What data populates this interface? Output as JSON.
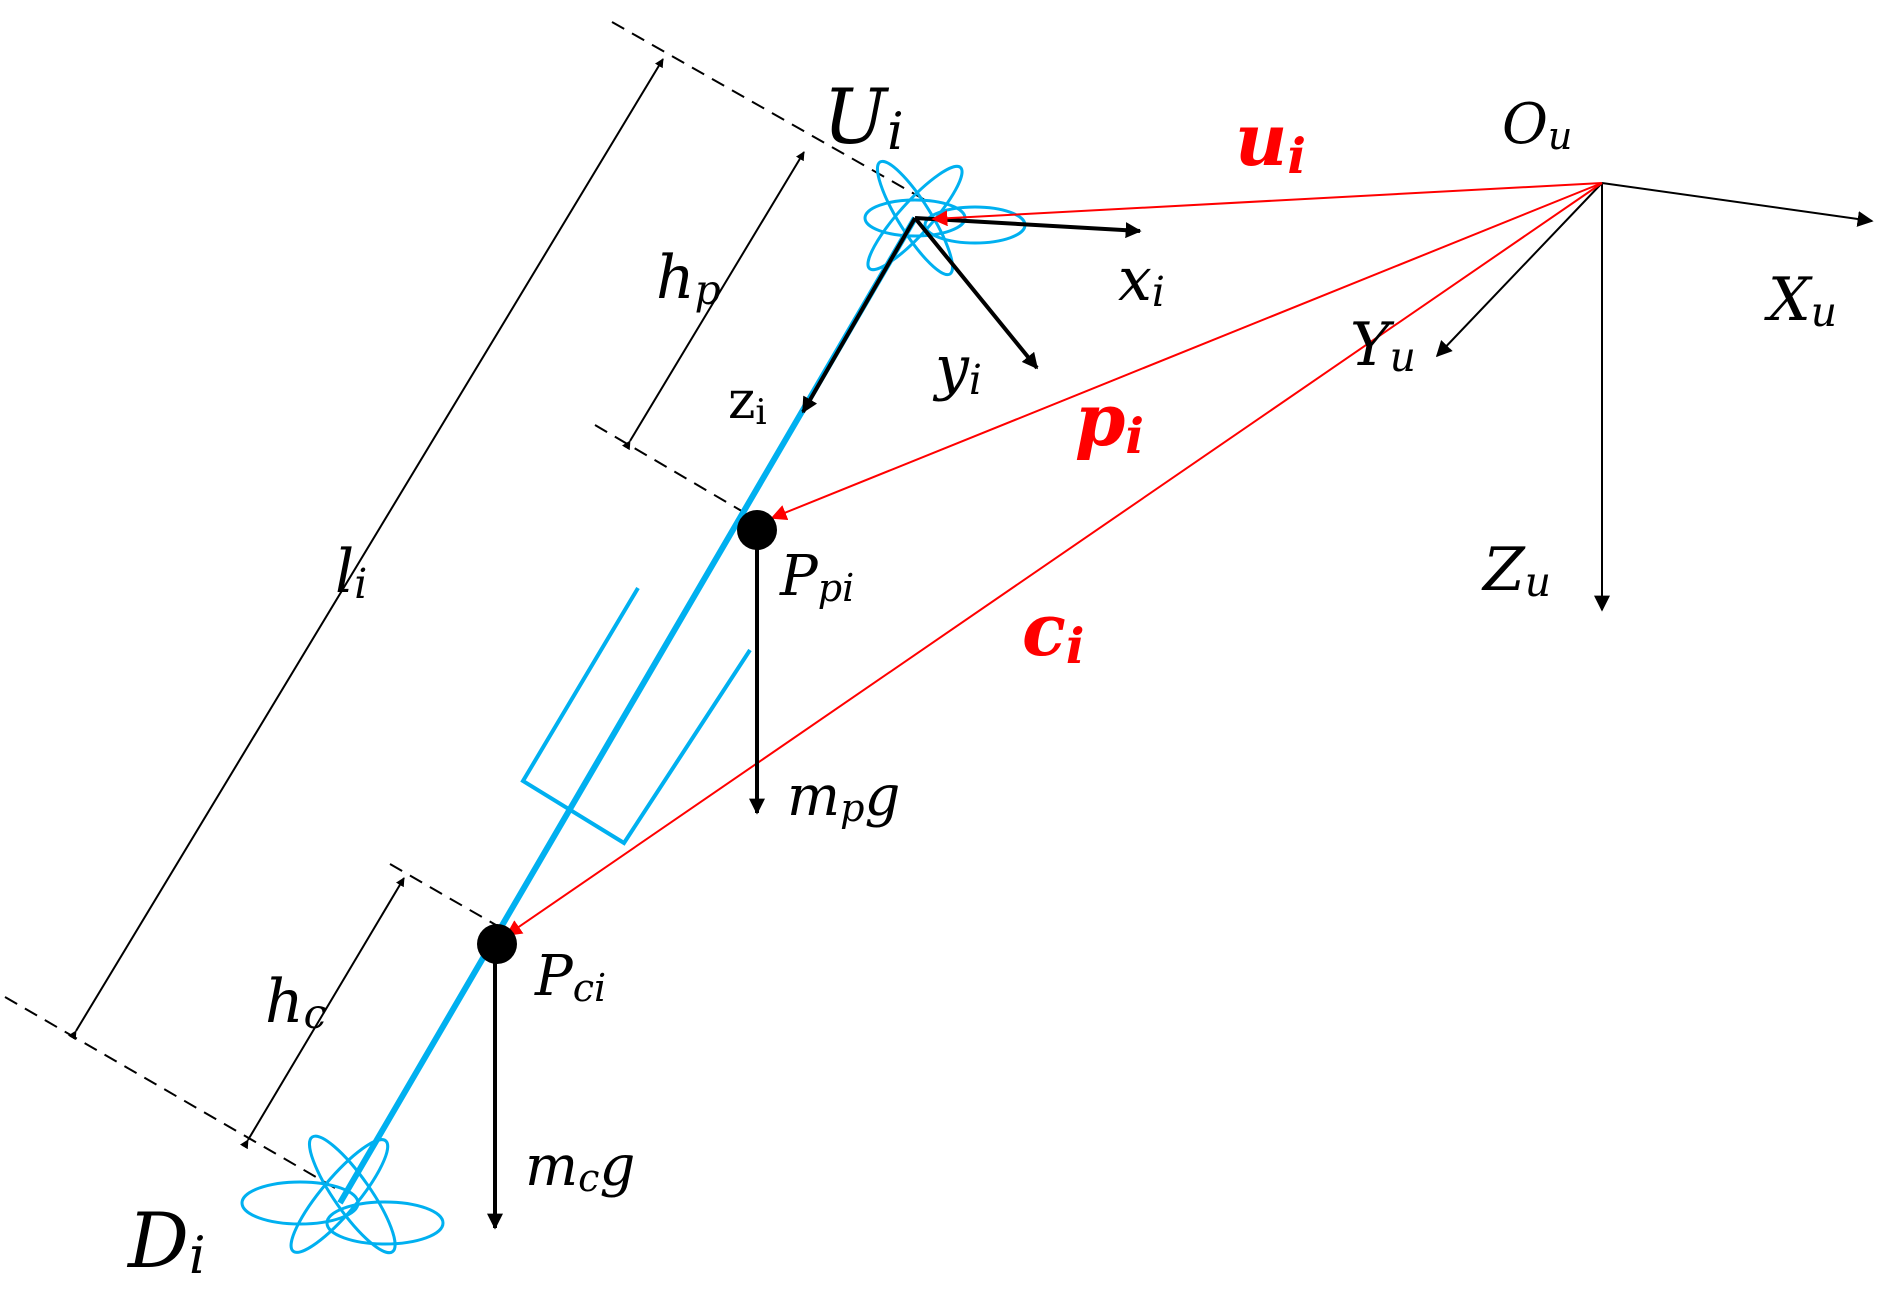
{
  "colors": {
    "vector": "#ff0000",
    "body": "#00b0f0",
    "ink": "#000000",
    "background": "#ffffff"
  },
  "labels": {
    "U": {
      "main": "U",
      "sub": "i"
    },
    "D": {
      "main": "D",
      "sub": "i"
    },
    "Ou": {
      "main": "O",
      "sub": "u"
    },
    "Xu": {
      "main": "X",
      "sub": "u"
    },
    "Yu": {
      "main": "Y",
      "sub": "u"
    },
    "Zu": {
      "main": "Z",
      "sub": "u"
    },
    "xi": {
      "main": "x",
      "sub": "i"
    },
    "yi": {
      "main": "y",
      "sub": "i"
    },
    "zi": {
      "main": "z",
      "sub": "i"
    },
    "hp": {
      "main": "h",
      "sub": "p"
    },
    "hc": {
      "main": "h",
      "sub": "c"
    },
    "li": {
      "main": "l",
      "sub": "i"
    },
    "Ppi": {
      "main": "P",
      "sub": "pi"
    },
    "Pci": {
      "main": "P",
      "sub": "ci"
    },
    "mpg": {
      "main": "m",
      "sub": "p",
      "tail": "g"
    },
    "mcg": {
      "main": "m",
      "sub": "c",
      "tail": "g"
    },
    "ui": {
      "main": "u",
      "sub": "i"
    },
    "pi": {
      "main": "p",
      "sub": "i"
    },
    "ci": {
      "main": "c",
      "sub": "i"
    }
  }
}
